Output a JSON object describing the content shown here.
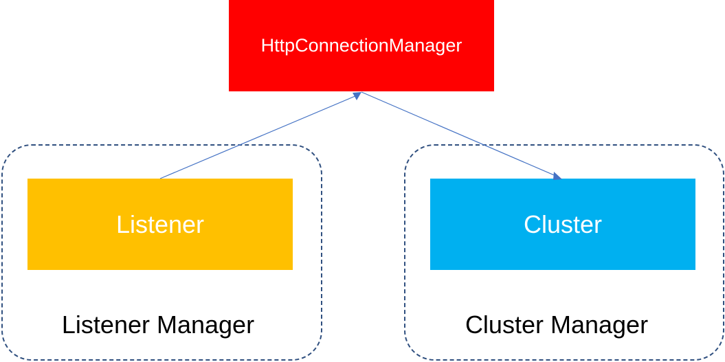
{
  "nodes": {
    "http_connection_manager": {
      "label": "HttpConnectionManager",
      "color": "#ff0000"
    },
    "listener": {
      "label": "Listener",
      "color": "#ffc000"
    },
    "cluster": {
      "label": "Cluster",
      "color": "#00b0f0"
    }
  },
  "groups": {
    "listener_manager": {
      "label": "Listener Manager"
    },
    "cluster_manager": {
      "label": "Cluster Manager"
    }
  },
  "edges": [
    {
      "from": "listener",
      "to": "http_connection_manager"
    },
    {
      "from": "http_connection_manager",
      "to": "cluster"
    }
  ],
  "colors": {
    "group_border": "#2f4f7f",
    "edge": "#4472c4"
  }
}
